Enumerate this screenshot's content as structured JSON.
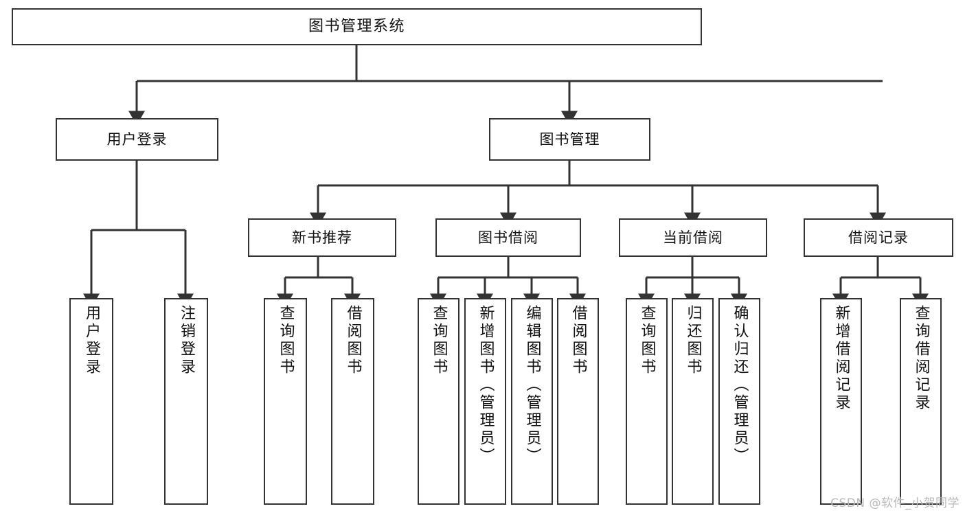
{
  "diagram": {
    "type": "tree",
    "title": "图书管理系统",
    "root": {
      "id": "root",
      "label": "图书管理系统"
    },
    "level2": [
      {
        "id": "user-login",
        "label": "用户登录"
      },
      {
        "id": "book-management",
        "label": "图书管理"
      }
    ],
    "level3": [
      {
        "id": "new-book-recommend",
        "label": "新书推荐",
        "parent": "book-management"
      },
      {
        "id": "book-borrow",
        "label": "图书借阅",
        "parent": "book-management"
      },
      {
        "id": "current-borrow",
        "label": "当前借阅",
        "parent": "book-management"
      },
      {
        "id": "borrow-record",
        "label": "借阅记录",
        "parent": "book-management"
      }
    ],
    "leaves": {
      "user-login": [
        {
          "id": "leaf-user-login",
          "label": "用户登录"
        },
        {
          "id": "leaf-user-logout",
          "label": "注销登录"
        }
      ],
      "new-book-recommend": [
        {
          "id": "leaf-query-book-1",
          "label": "查询图书"
        },
        {
          "id": "leaf-borrow-book-1",
          "label": "借阅图书"
        }
      ],
      "book-borrow": [
        {
          "id": "leaf-query-book-2",
          "label": "查询图书"
        },
        {
          "id": "leaf-add-book",
          "label": "新增图书（管理员）"
        },
        {
          "id": "leaf-edit-book",
          "label": "编辑图书（管理员）"
        },
        {
          "id": "leaf-borrow-book-2",
          "label": "借阅图书"
        }
      ],
      "current-borrow": [
        {
          "id": "leaf-query-book-3",
          "label": "查询图书"
        },
        {
          "id": "leaf-return-book",
          "label": "归还图书"
        },
        {
          "id": "leaf-confirm-return",
          "label": "确认归还（管理员）"
        }
      ],
      "borrow-record": [
        {
          "id": "leaf-add-record",
          "label": "新增借阅记录"
        },
        {
          "id": "leaf-query-record",
          "label": "查询借阅记录"
        }
      ]
    }
  },
  "watermark": {
    "text": "CSDN @软件_小贺同学"
  },
  "colors": {
    "stroke": "#333333",
    "fill": "#ffffff",
    "text": "#111111",
    "watermark": "#b9b9b9"
  }
}
